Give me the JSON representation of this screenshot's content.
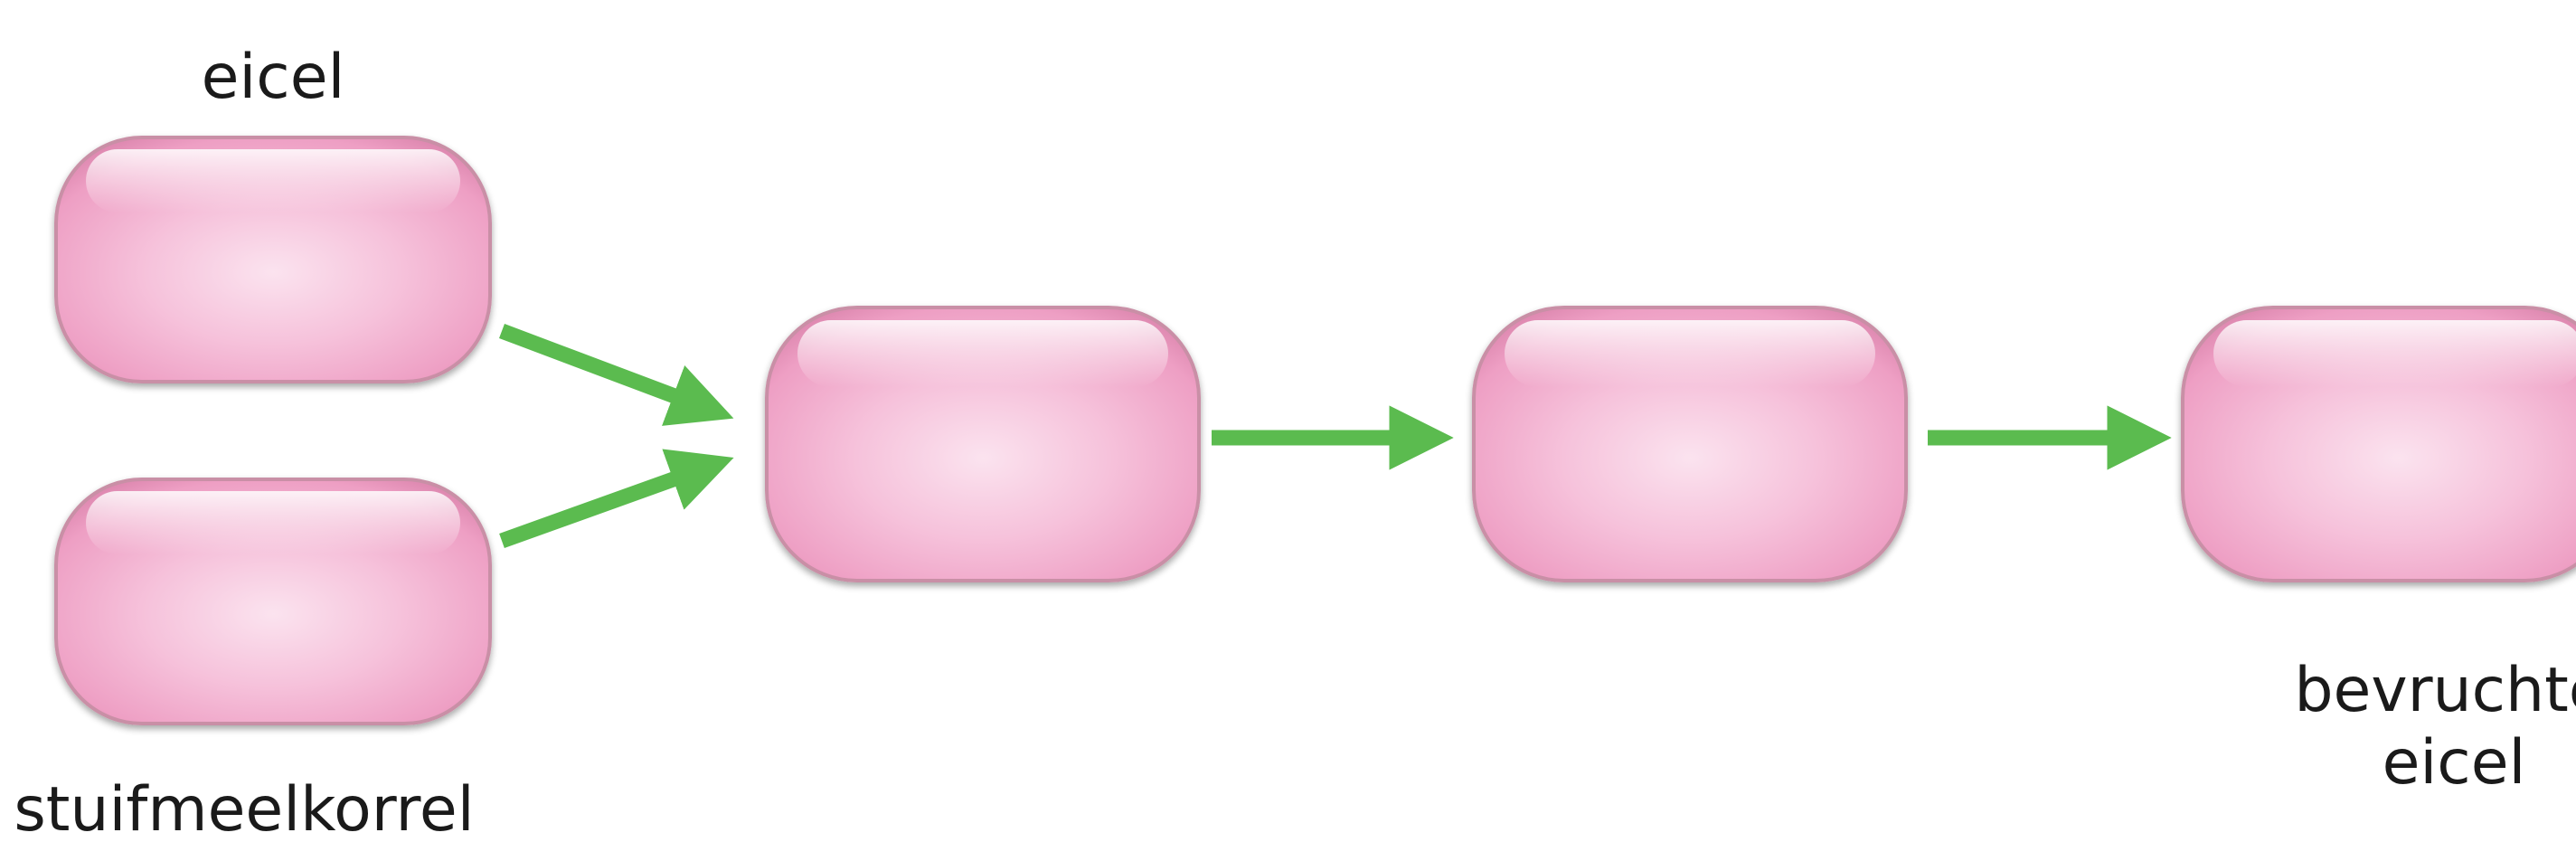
{
  "labels": {
    "egg_cell": "eicel",
    "pollen_grain": "stuifmeelkorrel",
    "fertilized_line1": "bevruchte",
    "fertilized_line2": "eicel"
  },
  "colors": {
    "cell_fill": "#f3a9cc",
    "cell_highlight": "#fde4f0",
    "cell_edge": "#c98fa6",
    "arrow": "#5bbb4f",
    "text": "#1a1a1a"
  }
}
